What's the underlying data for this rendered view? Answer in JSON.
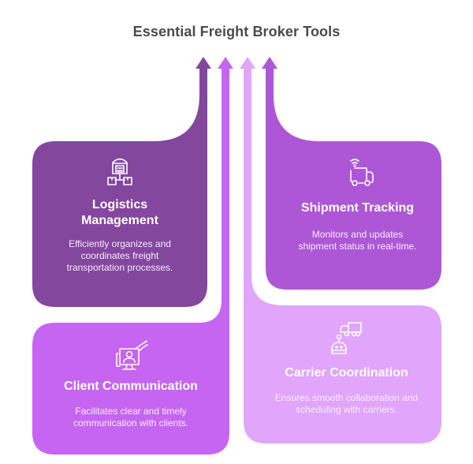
{
  "title": "Essential Freight Broker Tools",
  "colors": {
    "logistics": "#83479e",
    "client": "#c665f2",
    "carrier": "#e1a5fb",
    "shipment": "#ad57d6",
    "title_text": "#4a4a4a"
  },
  "cards": [
    {
      "id": "logistics",
      "icon": "warehouse-network-icon",
      "title": "Logistics Management",
      "title_lines": [
        "Logistics",
        "Management"
      ],
      "description": "Efficiently organizes and coordinates freight transportation processes."
    },
    {
      "id": "shipment",
      "icon": "tracking-truck-icon",
      "title": "Shipment Tracking",
      "description": "Monitors and updates shipment status in real-time."
    },
    {
      "id": "client",
      "icon": "monitor-user-icon",
      "title": "Client Communication",
      "description": "Facilitates clear and timely communication with clients."
    },
    {
      "id": "carrier",
      "icon": "robot-truck-icon",
      "title": "Carrier Coordination",
      "description": "Ensures smooth collaboration and scheduling with carriers."
    }
  ]
}
